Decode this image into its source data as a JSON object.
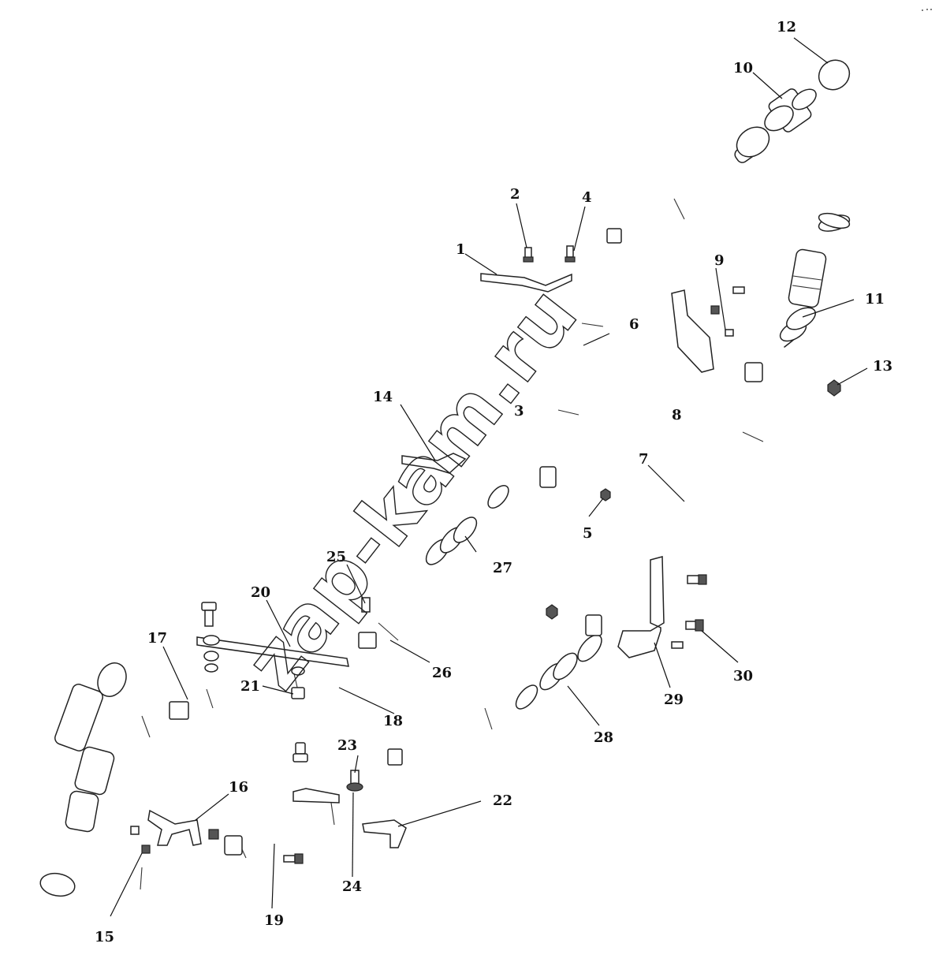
{
  "watermark": "zap-kam.ru",
  "callouts": [
    {
      "id": "c1",
      "label": "1"
    },
    {
      "id": "c2",
      "label": "2"
    },
    {
      "id": "c3",
      "label": "3"
    },
    {
      "id": "c4",
      "label": "4"
    },
    {
      "id": "c5",
      "label": "5"
    },
    {
      "id": "c6",
      "label": "6"
    },
    {
      "id": "c7",
      "label": "7"
    },
    {
      "id": "c8",
      "label": "8"
    },
    {
      "id": "c9",
      "label": "9"
    },
    {
      "id": "c10",
      "label": "10"
    },
    {
      "id": "c11",
      "label": "11"
    },
    {
      "id": "c12",
      "label": "12"
    },
    {
      "id": "c13",
      "label": "13"
    },
    {
      "id": "c14",
      "label": "14"
    },
    {
      "id": "c15",
      "label": "15"
    },
    {
      "id": "c16",
      "label": "16"
    },
    {
      "id": "c17",
      "label": "17"
    },
    {
      "id": "c18",
      "label": "18"
    },
    {
      "id": "c19",
      "label": "19"
    },
    {
      "id": "c20",
      "label": "20"
    },
    {
      "id": "c21",
      "label": "21"
    },
    {
      "id": "c22",
      "label": "22"
    },
    {
      "id": "c23",
      "label": "23"
    },
    {
      "id": "c24",
      "label": "24"
    },
    {
      "id": "c25",
      "label": "25"
    },
    {
      "id": "c26",
      "label": "26"
    },
    {
      "id": "c27",
      "label": "27"
    },
    {
      "id": "c28",
      "label": "28"
    },
    {
      "id": "c29",
      "label": "29"
    },
    {
      "id": "c30",
      "label": "30"
    }
  ]
}
